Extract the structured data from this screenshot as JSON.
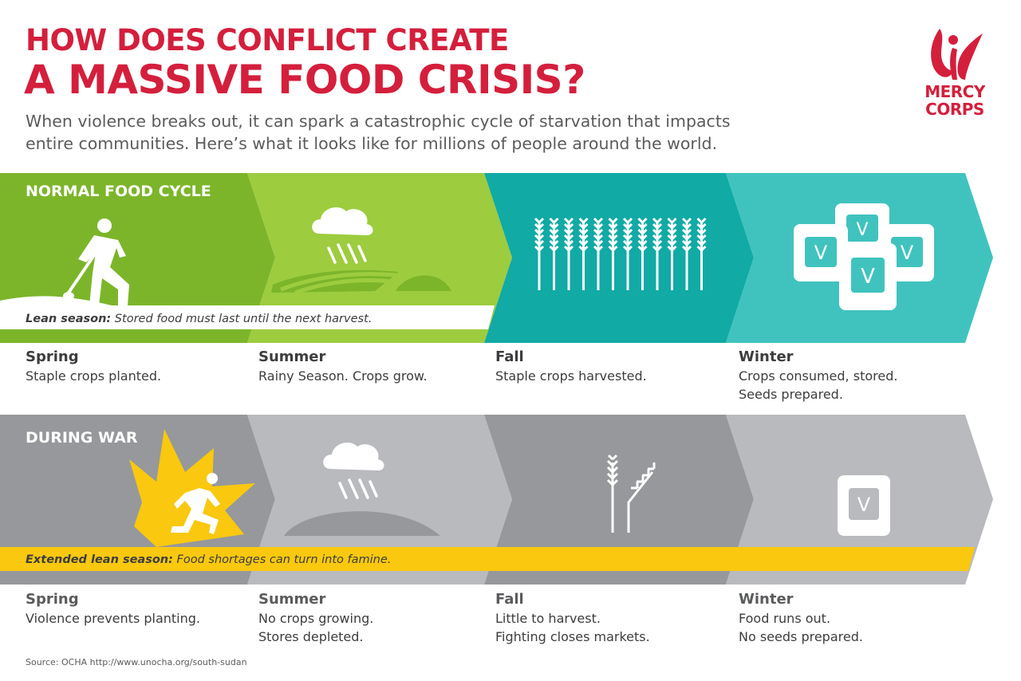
{
  "header": {
    "title_line1": "HOW DOES CONFLICT CREATE",
    "title_line2": "A MASSIVE FOOD CRISIS?",
    "intro_line1": "When violence breaks out, it can spark a catastrophic cycle of starvation that impacts",
    "intro_line2": "entire communities. Here’s what it looks like for millions of people around the world."
  },
  "logo": {
    "line1": "MERCY",
    "line2": "CORPS",
    "icon": "mercy-corps-figure-icon"
  },
  "colors": {
    "brand_red": "#d41f3c",
    "green_1": "#7cb52a",
    "green_2": "#9dcc3f",
    "teal_1": "#11aaa5",
    "teal_2": "#40c3be",
    "gray_1": "#96989b",
    "gray_2": "#b8babd",
    "yellow": "#f9c80f",
    "text_dark": "#3d3d3f",
    "text_gray": "#5a5b5d"
  },
  "normal": {
    "label": "NORMAL FOOD CYCLE",
    "band_bold": "Lean season:",
    "band_text": " Stored food must last until the next harvest.",
    "icons": [
      "farmer-hoeing-icon",
      "rain-cloud-field-icon",
      "wheat-stalks-icon",
      "grain-sacks-icon"
    ],
    "seasons": [
      {
        "name": "Spring",
        "lines": [
          "Staple crops planted."
        ]
      },
      {
        "name": "Summer",
        "lines": [
          "Rainy Season. Crops grow."
        ]
      },
      {
        "name": "Fall",
        "lines": [
          "Staple crops harvested."
        ]
      },
      {
        "name": "Winter",
        "lines": [
          "Crops consumed, stored.",
          "Seeds prepared."
        ]
      }
    ]
  },
  "war": {
    "label": "DURING WAR",
    "band_bold": "Extended lean season:",
    "band_text": " Food shortages can turn into famine.",
    "icons": [
      "explosion-running-person-icon",
      "rain-cloud-barren-hill-icon",
      "two-wheat-stalks-icon",
      "single-sack-icon"
    ],
    "seasons": [
      {
        "name": "Spring",
        "lines": [
          "Violence prevents planting."
        ]
      },
      {
        "name": "Summer",
        "lines": [
          "No crops growing.",
          "Stores depleted."
        ]
      },
      {
        "name": "Fall",
        "lines": [
          "Little to harvest.",
          "Fighting closes markets."
        ]
      },
      {
        "name": "Winter",
        "lines": [
          "Food runs out.",
          "No seeds prepared."
        ]
      }
    ]
  },
  "source": "Source: OCHA http://www.unocha.org/south-sudan"
}
